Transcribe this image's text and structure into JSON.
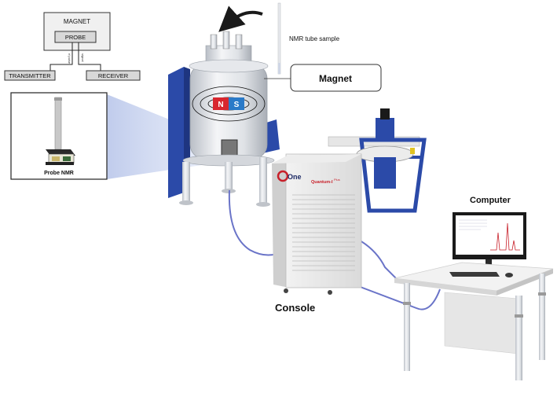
{
  "block_diagram": {
    "magnet_label": "MAGNET",
    "probe_label": "PROBE",
    "transmitter_label": "TRANSMITTER",
    "receiver_label": "RECEIVER",
    "left_wire_label": "rf pulse",
    "right_wire_label": "signal"
  },
  "inset": {
    "caption": "Probe NMR"
  },
  "callouts": {
    "tube_label": "NMR tube sample",
    "magnet_callout": "Magnet",
    "pole_n": "N",
    "pole_s": "S"
  },
  "console": {
    "brand": "One",
    "model": "Quantum-I",
    "model_suffix": "Plus",
    "label": "Console"
  },
  "computer": {
    "label": "Computer"
  },
  "colors": {
    "magnet_blue": "#2b4aa8",
    "pole_red": "#d8262e",
    "pole_blue": "#2a7ac8",
    "cable": "#6a74c8",
    "beam": "#c9d3ef"
  }
}
